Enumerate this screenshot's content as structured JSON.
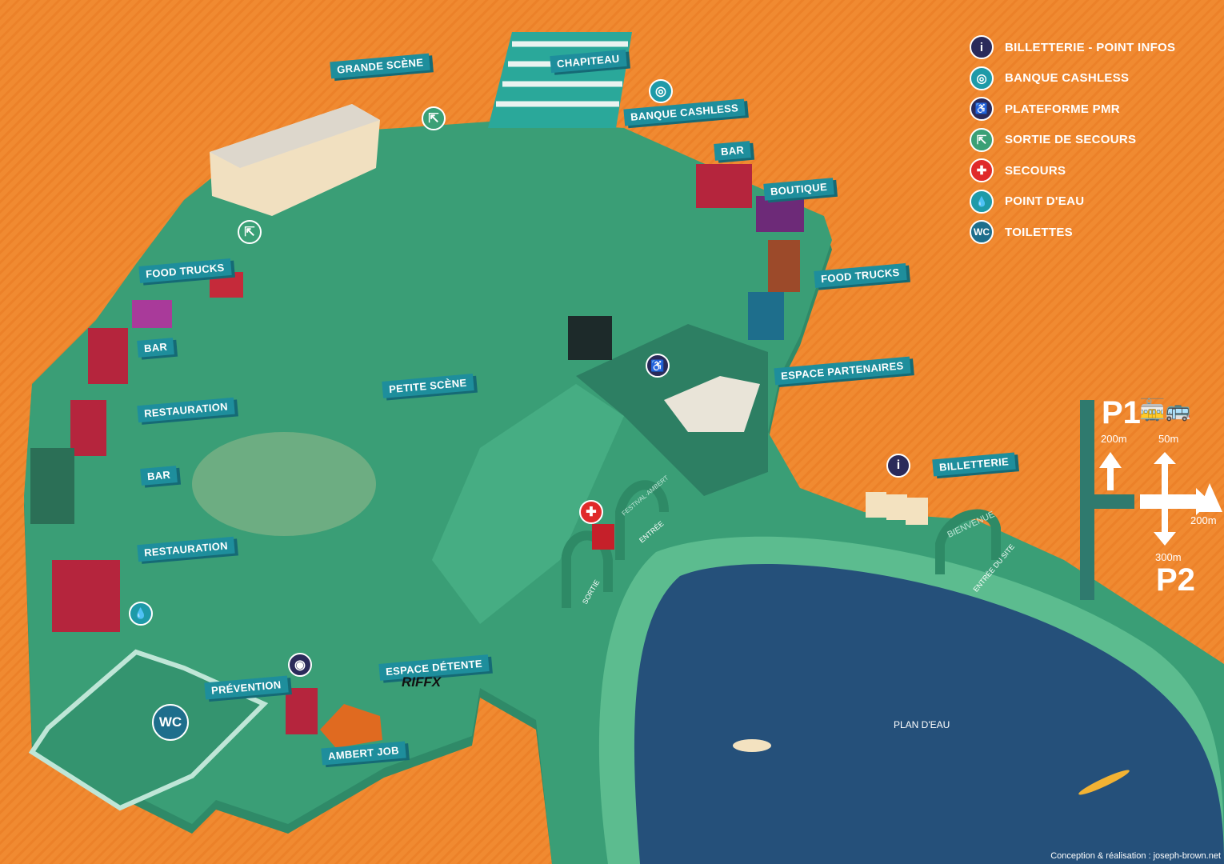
{
  "map": {
    "areas": {
      "grande_scene": "GRANDE SCÈNE",
      "chapiteau": "CHAPITEAU",
      "banque_cashless": "BANQUE CASHLESS",
      "bar_top": "BAR",
      "boutique": "BOUTIQUE",
      "food_trucks_left": "FOOD TRUCKS",
      "bar_left_1": "BAR",
      "restauration_1": "RESTAURATION",
      "bar_left_2": "BAR",
      "restauration_2": "RESTAURATION",
      "petite_scene": "PETITE SCÈNE",
      "food_trucks_right": "FOOD TRUCKS",
      "espace_partenaires": "ESPACE PARTENAIRES",
      "billetterie": "BILLETTERIE",
      "espace_detente": "ESPACE DÉTENTE",
      "riffx": "RIFFX",
      "prevention": "PRÉVENTION",
      "ambert_job": "AMBERT JOB",
      "plan_deau": "PLAN D'EAU",
      "wc": "WC"
    },
    "gates": {
      "entree": "ENTRÉE",
      "sortie": "SORTIE",
      "festival_ambert": "FESTIVAL·AMBERT",
      "bienvenue": "BIENVENUE",
      "entree_du_site": "ENTRÉE DU SITE"
    }
  },
  "legend": [
    {
      "icon": "info-icon",
      "glyph": "i",
      "color": "#2a2a5a",
      "label": "BILLETTERIE - POINT INFOS"
    },
    {
      "icon": "cashless-icon",
      "glyph": "◎",
      "color": "#1e9aa8",
      "label": "BANQUE CASHLESS"
    },
    {
      "icon": "wheelchair-icon",
      "glyph": "♿",
      "color": "#2a2a5a",
      "label": "PLATEFORME PMR"
    },
    {
      "icon": "emergency-exit-icon",
      "glyph": "⇱",
      "color": "#3aa076",
      "label": "SORTIE DE SECOURS"
    },
    {
      "icon": "first-aid-icon",
      "glyph": "✚",
      "color": "#e02a2a",
      "label": "SECOURS"
    },
    {
      "icon": "water-drop-icon",
      "glyph": "💧",
      "color": "#1e9aa8",
      "label": "POINT D'EAU"
    },
    {
      "icon": "toilets-icon",
      "glyph": "WC",
      "color": "#1e6e8c",
      "label": "TOILETTES"
    }
  ],
  "directions": {
    "p1": "P1",
    "p1_distance": "200m",
    "transport_distance": "50m",
    "camping_distance": "200m",
    "p2_distance": "300m",
    "p2": "P2"
  },
  "credit": "Conception & réalisation : joseph-brown.net",
  "colors": {
    "ground": "#3a9e76",
    "lake": "#25507a",
    "banner": "#1e8e9c",
    "background": "#f08a31"
  }
}
